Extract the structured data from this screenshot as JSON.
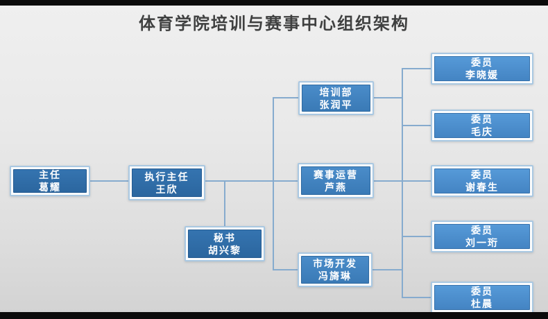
{
  "title": "体育学院培训与赛事中心组织架构",
  "colors": {
    "letterbox": "#0b0b0b",
    "stage_background_top": "#efefef",
    "stage_background_bottom": "#d3d3d3",
    "title_text": "#3f4040",
    "node_fill_dark": "#2e6da6",
    "node_fill_mid": "#4285c2",
    "node_fill_light": "#4e92d3",
    "node_text": "#ffffff",
    "node_frame_outline": "#a9c8e2",
    "connector": "#86abce"
  },
  "nodes": {
    "director": {
      "role": "主任",
      "name": "葛耀"
    },
    "executive": {
      "role": "执行主任",
      "name": "王欣"
    },
    "secretary": {
      "role": "秘书",
      "name": "胡兴黎"
    },
    "departments": [
      {
        "role": "培训部",
        "name": "张润平"
      },
      {
        "role": "赛事运营",
        "name": "芦燕"
      },
      {
        "role": "市场开发",
        "name": "冯旖琳"
      }
    ],
    "members": [
      {
        "role": "委员",
        "name": "李晓媛"
      },
      {
        "role": "委员",
        "name": "毛庆"
      },
      {
        "role": "委员",
        "name": "谢春生"
      },
      {
        "role": "委员",
        "name": "刘一珩"
      },
      {
        "role": "委员",
        "name": "杜晨"
      }
    ]
  }
}
